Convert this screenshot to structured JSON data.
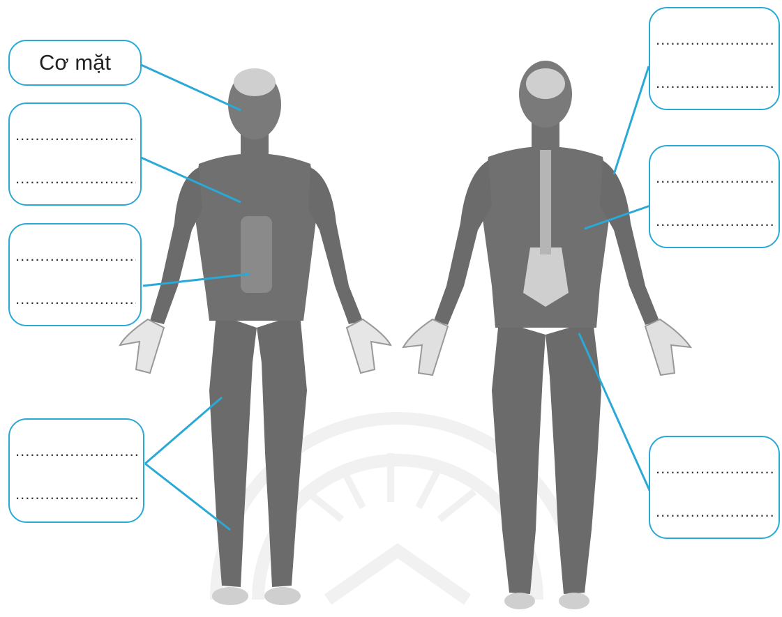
{
  "colors": {
    "outline": "#2aa9d6",
    "muscle": "#6b6b6b",
    "muscle_light": "#c9c9c9",
    "skin": "#e3e3e3",
    "watermark": "#f1f1f1"
  },
  "labels": {
    "face": "Cơ mặt",
    "blank_line": "..............................."
  },
  "icons": {
    "watermark": "sunrise-book-watermark",
    "front_body": "human-muscles-front",
    "back_body": "human-muscles-back"
  }
}
